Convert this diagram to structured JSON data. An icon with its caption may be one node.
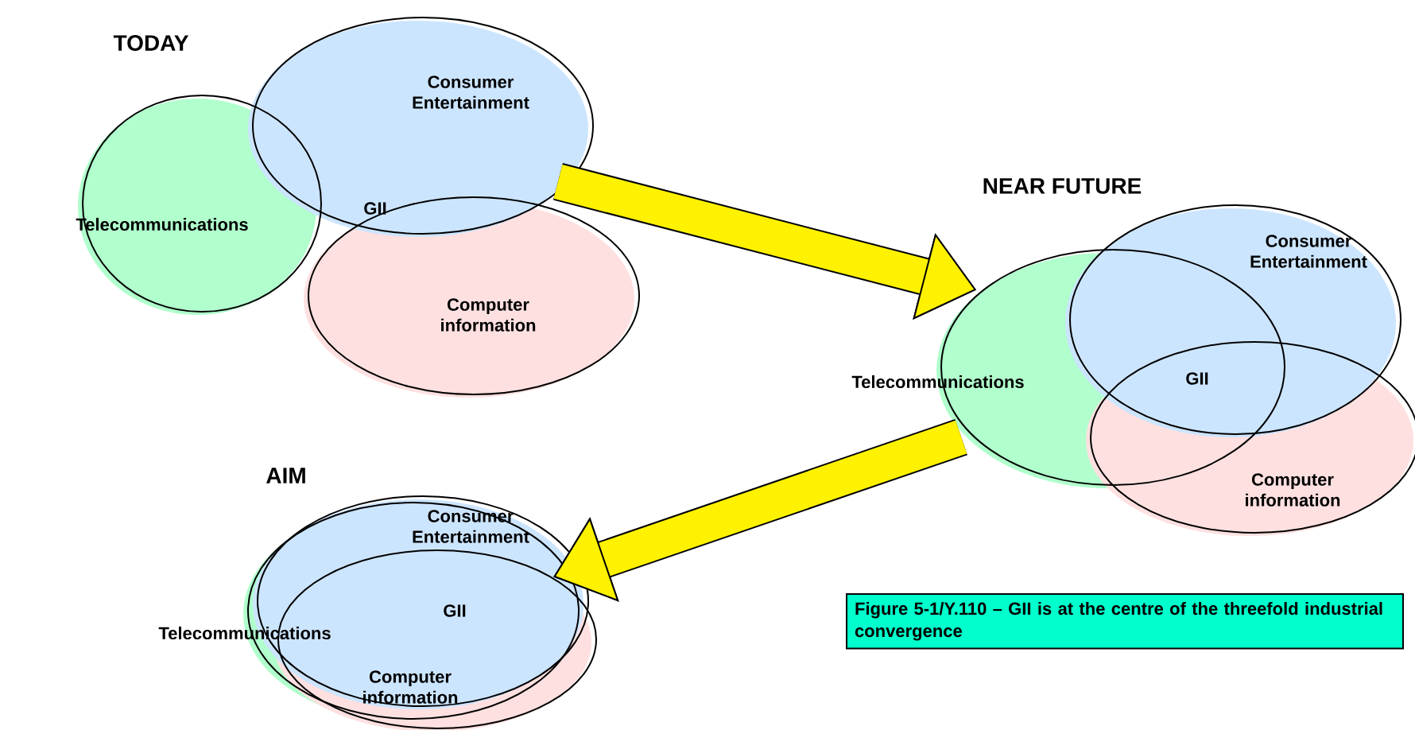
{
  "diagram": {
    "caption": "Figure 5-1/Y.110 – GII is at the centre of the threefold industrial convergence",
    "nodes": [
      {
        "text": [
          "Telecommunications"
        ]
      },
      {
        "text": [
          "Consumer Entertainment"
        ]
      },
      {
        "text": [
          "Computer information"
        ]
      },
      {
        "text": [
          "Telecommunications"
        ]
      },
      {
        "text": [
          "Consumer Entertainment"
        ]
      },
      {
        "text": [
          "Computer information"
        ]
      },
      {
        "text": [
          "Telecommunications"
        ]
      },
      {
        "text": [
          "Consumer Entertainment"
        ]
      },
      {
        "text": [
          "Computer information"
        ]
      }
    ],
    "edges": [
      {
        "from": 1,
        "to": 3,
        "arrow": "to"
      },
      {
        "from": 3,
        "to": 7,
        "arrow": "to"
      }
    ],
    "labels": [
      "TODAY",
      "GII",
      "NEAR FUTURE",
      "GII",
      "AIM",
      "GII"
    ]
  }
}
